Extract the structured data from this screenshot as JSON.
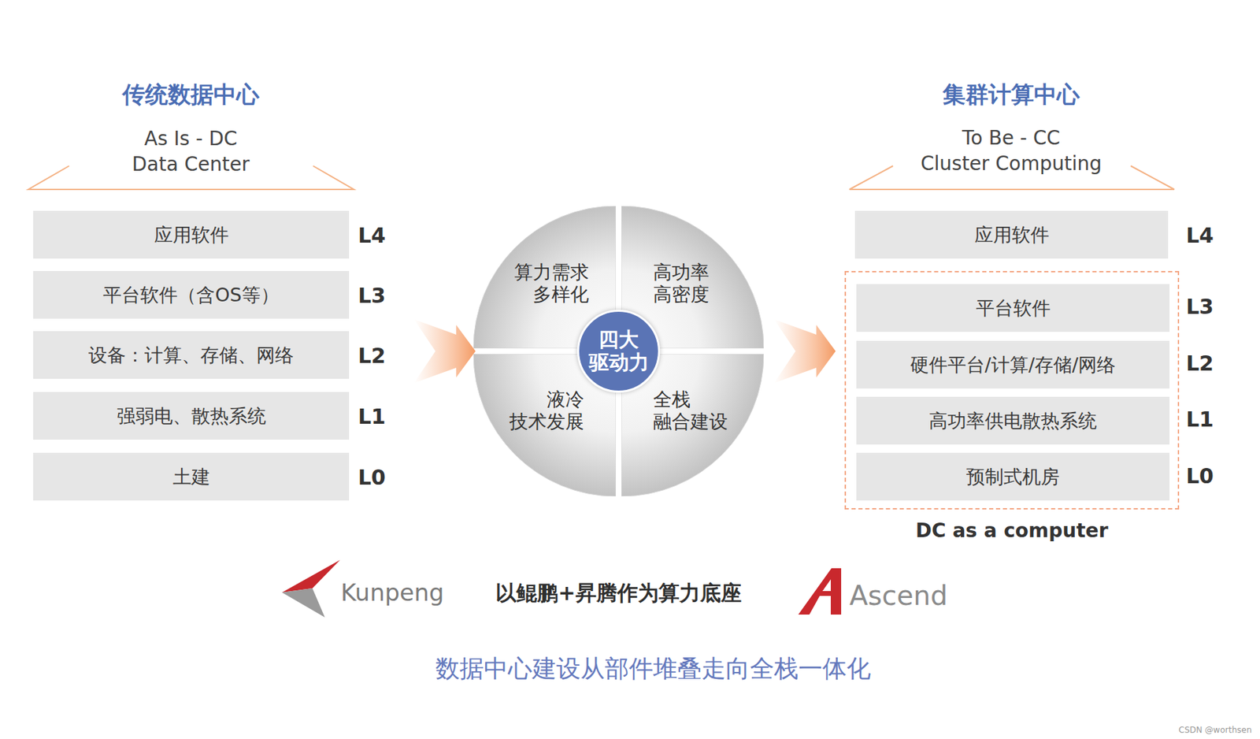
{
  "diagram": {
    "caption": "数据中心建设从部件堆叠走向全栈一体化",
    "nodes": [
      {
        "text": [
          "应用软件"
        ]
      },
      {
        "text": [
          "平台软件（含OS等）"
        ]
      },
      {
        "text": [
          "设备：计算、存储、网络"
        ]
      },
      {
        "text": [
          "强弱电、散热系统"
        ]
      },
      {
        "text": [
          "土建"
        ]
      },
      {
        "text": [
          "算力需求 多样化"
        ]
      },
      {
        "text": [
          "高功率 高密度"
        ]
      },
      {
        "text": [
          "液冷 技术发展"
        ]
      },
      {
        "text": [
          "全栈 融合建设"
        ]
      },
      {
        "text": [
          "四大 驱动力"
        ]
      },
      {
        "text": [
          "应用软件"
        ]
      },
      {
        "text": [
          "DC as a computer"
        ]
      },
      {
        "text": [
          "平台软件"
        ],
        "in": 11
      },
      {
        "text": [
          "硬件平台/计算/存储/网络"
        ],
        "in": 11
      },
      {
        "text": [
          "高功率供电散热系统"
        ],
        "in": 11
      },
      {
        "text": [
          "预制式机房"
        ],
        "in": 11
      }
    ],
    "labels": [
      "传统数据中心",
      "As Is - DC",
      "Data Center",
      "L4",
      "L3",
      "L2",
      "L1",
      "L0",
      "集群计算中心",
      "To Be - CC",
      "Cluster Computing",
      "L4",
      "L3",
      "L2",
      "L1",
      "L0",
      "Kunpeng",
      "以鲲鹏+昇腾作为算力底座",
      "Ascend",
      "CSDN @worthsen"
    ]
  }
}
